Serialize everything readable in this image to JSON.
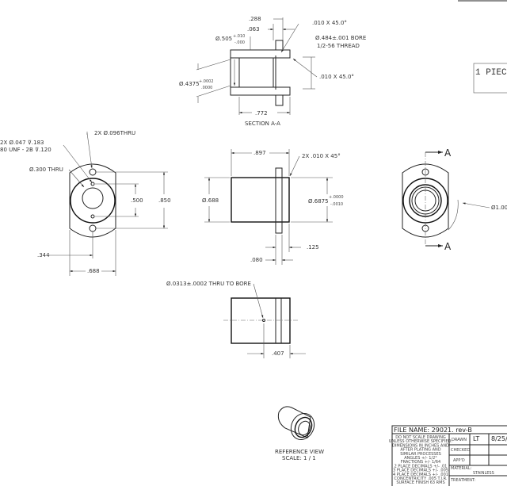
{
  "section": {
    "d288": ".288",
    "d063": ".063",
    "c1": ".010 X 45.0°",
    "d505": "Ø.505",
    "d505_tol_plus": "+.010",
    "d505_tol_minus": "-.000",
    "bore": "Ø.484±.001 BORE",
    "thread": "1/2-56 THREAD",
    "d4375": "Ø.4375",
    "d4375_tol_plus": "+.0002",
    "d4375_tol_minus": ".0000",
    "c2": ".010 X 45.0°",
    "d772": ".772",
    "title": "SECTION A-A"
  },
  "front": {
    "holes096": "2X Ø.096THRU",
    "holes047": "2X Ø.047 ⊽.183",
    "thread": "80 UNF - 2B ⊽.120",
    "d300": "Ø.300 THRU",
    "d500": ".500",
    "d850": ".850",
    "d344": ".344",
    "d688": ".688"
  },
  "side": {
    "d897": ".897",
    "chamfer": "2X .010 X 45°",
    "d688": "Ø.688",
    "d6875": "Ø.6875",
    "d6875_tol_plus": "+.0000",
    "d6875_tol_minus": "-.0010",
    "d125": ".125",
    "d080": ".080"
  },
  "rear": {
    "section_label": "A",
    "d100": "Ø1.00"
  },
  "note_box": "1 PIEC",
  "bottom": {
    "hole": "Ø.0313±.0002 THRU TO BORE",
    "d407": ".407"
  },
  "reference": {
    "title": "REFERENCE VIEW",
    "scale": "SCALE: 1 / 1"
  },
  "title_block": {
    "file_name": "FILE NAME: 29021. rev-B",
    "notes": [
      "DO NOT SCALE DRAWING",
      "UNLESS OTHERWISE SPECIFIED:",
      "DIMENSIONS IN INCHES AND",
      "AFTER PLATING AND",
      "SIMILAR PROCESSES",
      "ANGLES +/- 1/2°",
      "FRACTIONS +/- 1/64",
      "2 PLACE DECIMALS +/- .01",
      "3 PLACE DECIMALS +/- .005",
      "4 PLACE DECIMALS +/- .001",
      "CONCENTRICITY .005 T.I.R.",
      "SURFACE FINISH 63 RMS"
    ],
    "drawn_label": "DRAWN",
    "drawn_by": "LT",
    "drawn_date": "8/25/",
    "checked_label": "CHECKED",
    "appd_label": "APP'D",
    "material_label": "MATERIAL:",
    "material": "STAINLESS",
    "treatment_label": "TREATMENT:"
  }
}
